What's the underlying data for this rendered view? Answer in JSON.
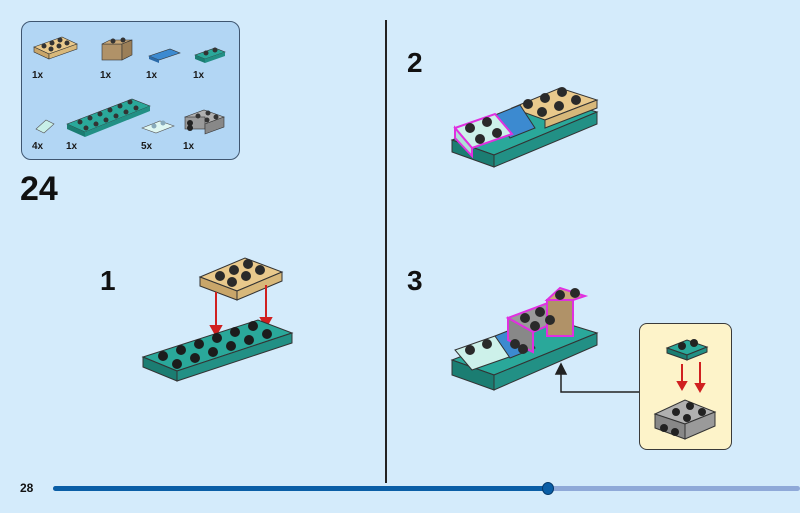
{
  "page_number": "28",
  "step_group_number": "24",
  "parts_list": [
    {
      "part": "tan-plate-2x3",
      "qty": "1x"
    },
    {
      "part": "dark-tan-brick-1x2",
      "qty": "1x"
    },
    {
      "part": "blue-tile-1x2",
      "qty": "1x"
    },
    {
      "part": "teal-plate-1x2",
      "qty": "1x"
    },
    {
      "part": "trans-light-blue-slope",
      "qty": "4x"
    },
    {
      "part": "teal-plate-2x6",
      "qty": "1x"
    },
    {
      "part": "trans-light-blue-plate-1x2",
      "qty": "5x"
    },
    {
      "part": "grey-plate-2x2-studs-side",
      "qty": "1x"
    }
  ],
  "steps": [
    {
      "number": "1"
    },
    {
      "number": "2"
    },
    {
      "number": "3"
    }
  ],
  "progress": {
    "fraction": 0.663
  },
  "colors": {
    "background": "#d4ebfb",
    "progress_fill": "#0a5ea6",
    "progress_track": "#8fa9d8",
    "highlight": "#e030e0",
    "arrow": "#d02020"
  }
}
